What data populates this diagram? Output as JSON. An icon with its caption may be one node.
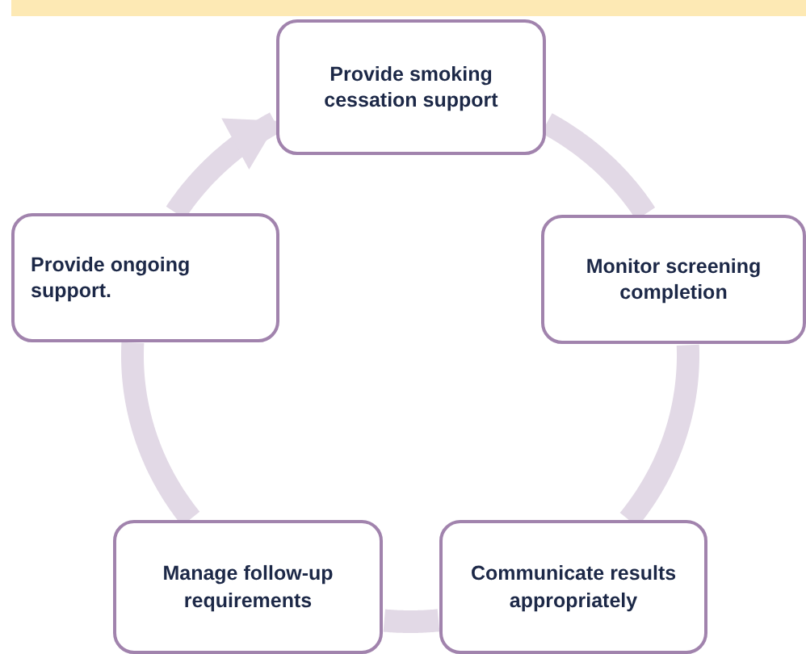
{
  "diagram": {
    "nodes": [
      {
        "text": [
          "Provide smoking cessation support"
        ]
      },
      {
        "text": [
          "Monitor screening completion"
        ]
      },
      {
        "text": [
          "Communicate results appropriately"
        ]
      },
      {
        "text": [
          "Manage follow-up requirements"
        ]
      },
      {
        "text": [
          "Provide ongoing support."
        ]
      }
    ],
    "edges": [
      {
        "from": 0,
        "to": 1,
        "arrow": "none"
      },
      {
        "from": 1,
        "to": 2,
        "arrow": "none"
      },
      {
        "from": 2,
        "to": 3,
        "arrow": "none"
      },
      {
        "from": 3,
        "to": 4,
        "arrow": "none"
      },
      {
        "from": 4,
        "to": 0,
        "arrow": "to"
      }
    ]
  }
}
